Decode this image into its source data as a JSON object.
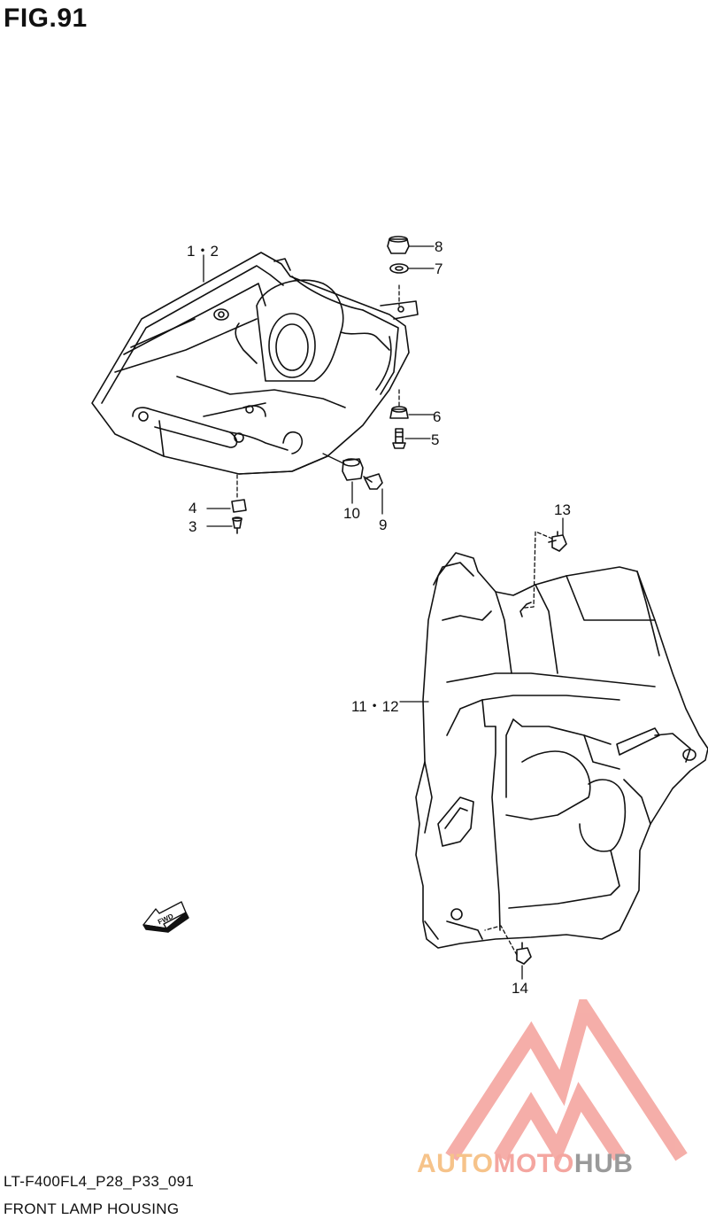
{
  "figure": {
    "title": "FIG.91"
  },
  "callouts": {
    "c1_2": "1・2",
    "c3": "3",
    "c4": "4",
    "c5": "5",
    "c6": "6",
    "c7": "7",
    "c8": "8",
    "c9": "9",
    "c10": "10",
    "c11_12": "11・12",
    "c13": "13",
    "c14": "14"
  },
  "fwd_badge": "FWD",
  "footer": {
    "code": "LT-F400FL4_P28_P33_091",
    "name": "FRONT LAMP HOUSING"
  },
  "watermark": {
    "part1": "AUTO",
    "part2": "MOTO",
    "part3": "HUB",
    "colors": {
      "orange": "#f6c38a",
      "pink": "#f4a6a0",
      "gray": "#9a9a9a"
    }
  }
}
